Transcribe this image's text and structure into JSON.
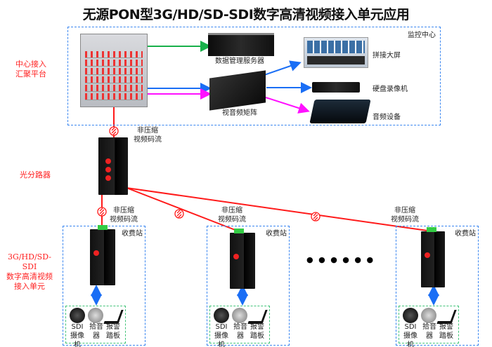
{
  "title": "无源PON型3G/HD/SD-SDI数字高清视频接入单元应用",
  "center": {
    "area_label": "监控中心",
    "side_label_lines": [
      "中心接入",
      "汇聚平台"
    ],
    "server_label": "数据管理服务器",
    "matrix_label": "视音频矩阵",
    "video_wall_label": "拼接大屏",
    "dvr_label": "硬盘录像机",
    "audio_label": "音频设备"
  },
  "splitter": {
    "side_label": "光分路器"
  },
  "stream_label_lines": [
    "非压缩",
    "视频码流"
  ],
  "unit_side_label_lines": [
    "3G/HD/SD-SDI",
    "数字高清视频",
    "接入单元"
  ],
  "stations": [
    {
      "label": "收费站",
      "devices": [
        {
          "lines": [
            "SDI",
            "摄像机"
          ]
        },
        {
          "lines": [
            "拾音",
            "器"
          ]
        },
        {
          "lines": [
            "报警",
            "踏板"
          ]
        }
      ]
    },
    {
      "label": "收费站",
      "devices": [
        {
          "lines": [
            "SDI",
            "摄像机"
          ]
        },
        {
          "lines": [
            "拾音",
            "器"
          ]
        },
        {
          "lines": [
            "报警",
            "踏板"
          ]
        }
      ]
    },
    {
      "label": "收费站",
      "devices": [
        {
          "lines": [
            "SDI",
            "摄像机"
          ]
        },
        {
          "lines": [
            "拾音",
            "器"
          ]
        },
        {
          "lines": [
            "报警",
            "踏板"
          ]
        }
      ]
    }
  ],
  "ellipsis": "● ● ● ● ● ●",
  "colors": {
    "fiber": "#ff1a1a",
    "data_link": "#18b04a",
    "video_link": "#1a6ef5",
    "audio_link": "#ff10ff",
    "area_border": "#3a86f0",
    "endpoint_border": "#43c47a",
    "side_label": "#ff2020"
  }
}
